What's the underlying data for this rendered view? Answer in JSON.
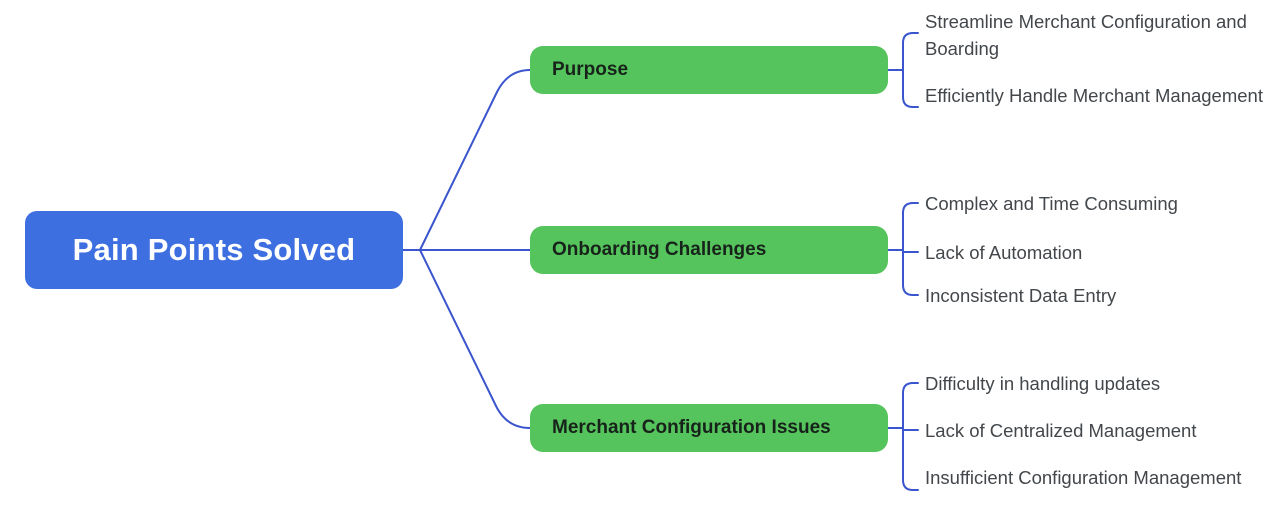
{
  "root": {
    "label": "Pain Points Solved"
  },
  "branches": [
    {
      "label": "Purpose",
      "children": [
        "Streamline Merchant Configuration and Boarding",
        "Efficiently Handle Merchant Management"
      ]
    },
    {
      "label": "Onboarding Challenges",
      "children": [
        "Complex and Time Consuming",
        "Lack of Automation",
        "Inconsistent Data Entry"
      ]
    },
    {
      "label": "Merchant Configuration Issues",
      "children": [
        "Difficulty in handling updates",
        "Lack of Centralized Management",
        "Insufficient Configuration Management"
      ]
    }
  ],
  "colors": {
    "root_bg": "#3e6fe1",
    "root_text": "#ffffff",
    "branch_bg": "#56c45d",
    "branch_text": "#17231a",
    "connector": "#3a55cd",
    "leaf_text": "#43474b"
  }
}
